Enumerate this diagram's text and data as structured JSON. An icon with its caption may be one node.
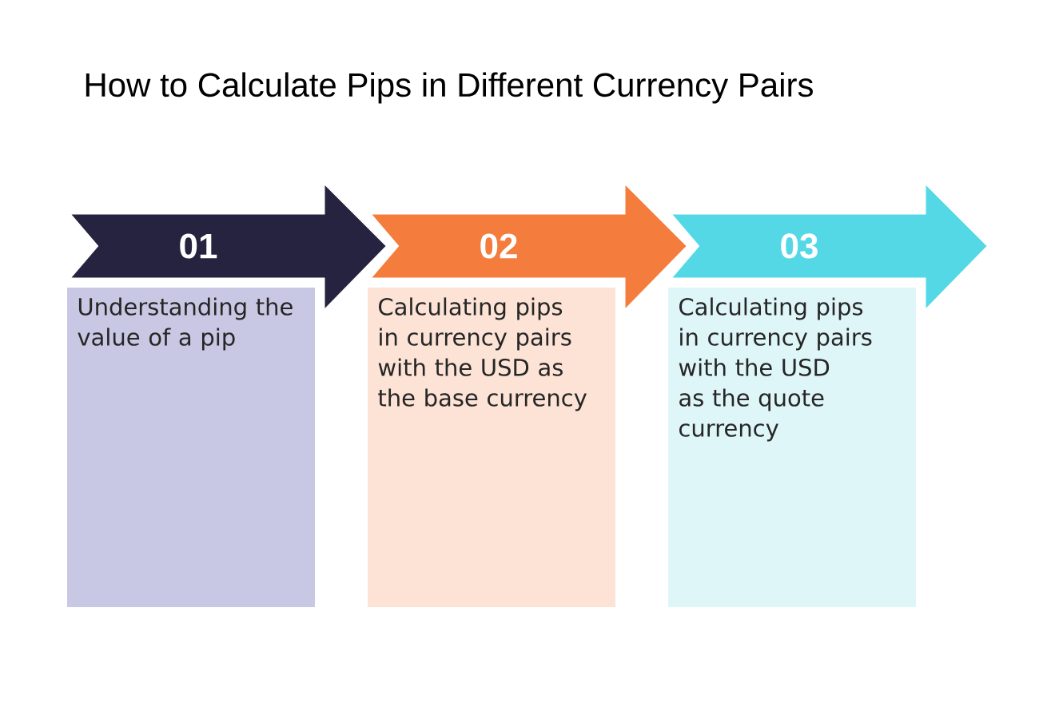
{
  "diagram": {
    "title": "How to Calculate Pips in Different Currency Pairs",
    "nodes": [
      {
        "text": [
          "01"
        ]
      },
      {
        "text": [
          "02"
        ]
      },
      {
        "text": [
          "03"
        ]
      },
      {
        "text": [
          "Understanding the value of a pip"
        ]
      },
      {
        "text": [
          "Calculating pips in currency pairs with the USD as the base currency"
        ]
      },
      {
        "text": [
          "Calculating pips in currency pairs with the USD as the quote currency"
        ]
      }
    ]
  }
}
